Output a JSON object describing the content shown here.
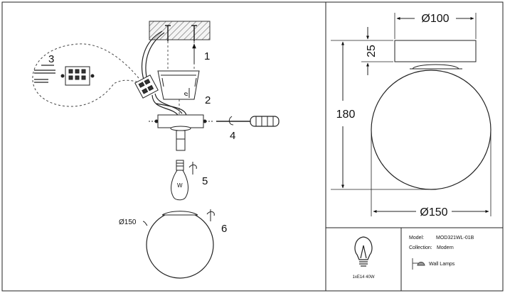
{
  "steps": [
    "1",
    "2",
    "3",
    "4",
    "5",
    "6"
  ],
  "shade_diameter": "Ø150",
  "bulb_letter": "W",
  "dimensions": {
    "canopy_diameter": "Ø100",
    "canopy_height": "25",
    "total_height": "180",
    "shade_diameter": "Ø150"
  },
  "bulb_spec": "1xE14 40W",
  "product": {
    "model_label": "Model:",
    "model_value": "MOD321WL-01B",
    "collection_label": "Collection:",
    "collection_value": "Modern",
    "category": "Wall Lamps"
  },
  "colors": {
    "line": "#222222",
    "fill": "#ffffff",
    "hatch": "#888888"
  }
}
